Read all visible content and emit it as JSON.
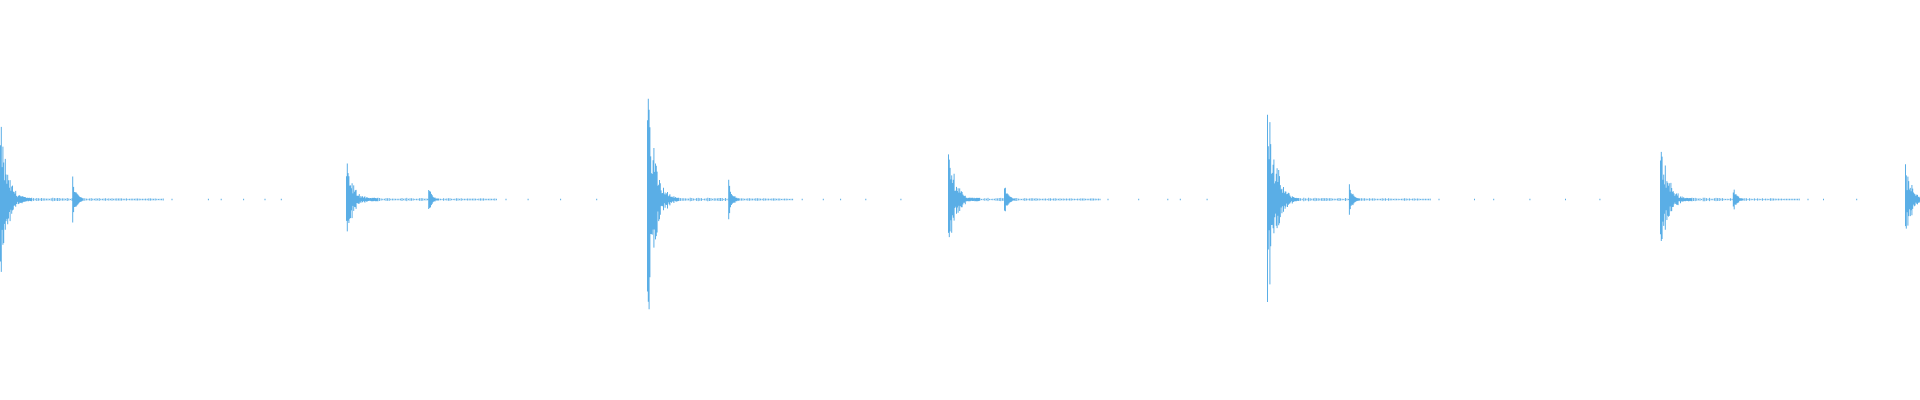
{
  "waveform": {
    "color": "#5aaee6",
    "bursts": [
      {
        "id": "burst-1",
        "amplitude": 0.46,
        "secondary": 0.15,
        "tail": 0.55
      },
      {
        "id": "burst-2",
        "amplitude": 0.22,
        "secondary": 0.08,
        "tail": 0.5
      },
      {
        "id": "burst-3",
        "amplitude": 0.82,
        "secondary": 0.12,
        "tail": 0.48
      },
      {
        "id": "burst-4",
        "amplitude": 0.3,
        "secondary": 0.1,
        "tail": 0.5
      },
      {
        "id": "burst-5",
        "amplitude": 0.73,
        "secondary": 0.1,
        "tail": 0.55
      },
      {
        "id": "burst-6",
        "amplitude": 0.4,
        "secondary": 0.08,
        "tail": 0.45
      },
      {
        "id": "burst-7",
        "amplitude": 0.2,
        "secondary": 0.06,
        "tail": 0.05
      }
    ]
  }
}
